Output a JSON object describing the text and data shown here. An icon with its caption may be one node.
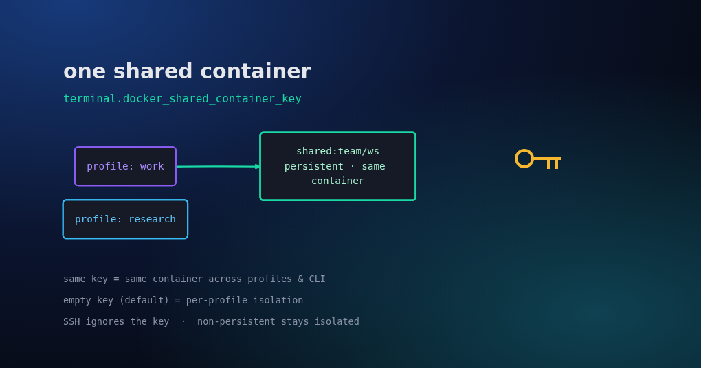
{
  "diagram": {
    "title": "one shared container",
    "nodes": [
      {
        "text": [
          "profile: work"
        ]
      },
      {
        "text": [
          "profile: research"
        ]
      },
      {
        "text": [
          "shared:team/ws",
          "persistent · same container"
        ]
      }
    ],
    "edges": [
      {
        "from": 0,
        "to": 2,
        "arrow": "to"
      }
    ],
    "labels": [
      "terminal.docker_shared_container_key",
      "same key = same container across profiles & CLI",
      "empty key (default) = per-profile isolation",
      "SSH ignores the key  ·  non-persistent stays isolated"
    ]
  }
}
